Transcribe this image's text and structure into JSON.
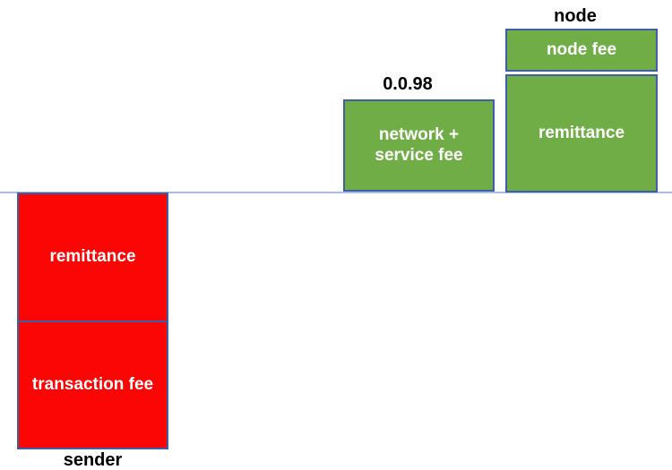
{
  "colors": {
    "green_fill": "#70AD47",
    "red_fill": "#FB0505",
    "box_border": "#3D5FA8",
    "baseline_line": "#A9BCE2",
    "box_text": "#FFFFFF",
    "label_text": "#000000"
  },
  "columns": {
    "sender": {
      "label": "sender",
      "side": "below-line",
      "segments": [
        {
          "label": "remittance"
        },
        {
          "label": "transaction fee"
        }
      ]
    },
    "fee_account": {
      "label": "0.0.98",
      "side": "above-line",
      "segments": [
        {
          "label": "network +\nservice fee"
        }
      ]
    },
    "node": {
      "label": "node",
      "side": "above-line",
      "segments": [
        {
          "label": "node fee"
        },
        {
          "label": "remittance"
        }
      ]
    }
  }
}
